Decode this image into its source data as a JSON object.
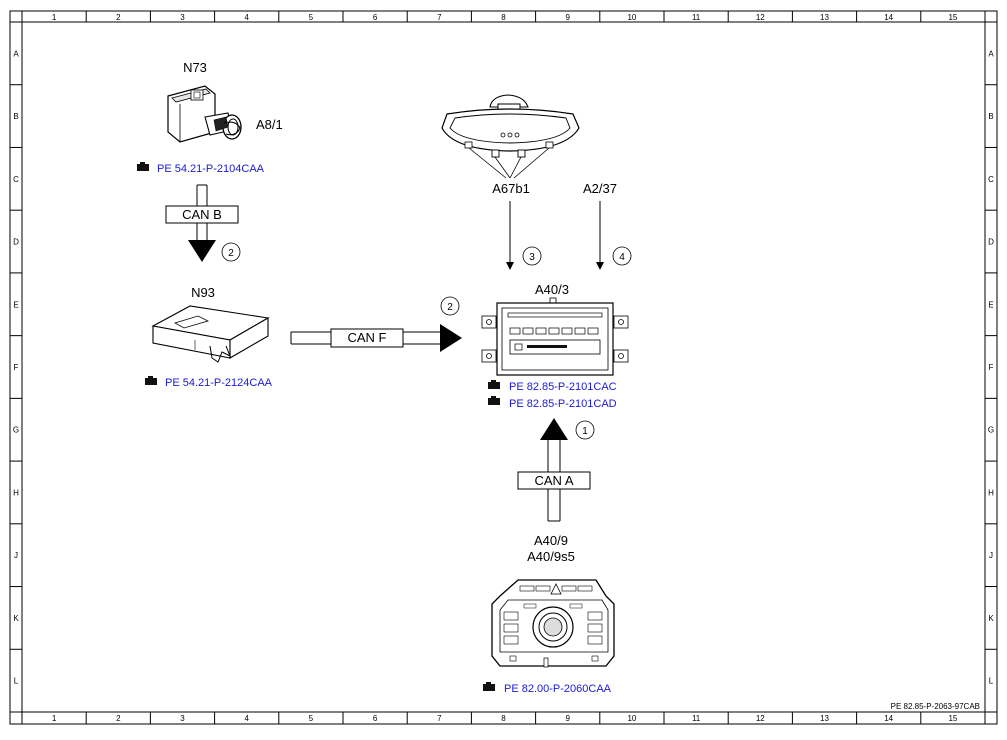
{
  "frame": {
    "columns": [
      "1",
      "2",
      "3",
      "4",
      "5",
      "6",
      "7",
      "8",
      "9",
      "10",
      "11",
      "12",
      "13",
      "14",
      "15"
    ],
    "rows": [
      "A",
      "B",
      "C",
      "D",
      "E",
      "F",
      "G",
      "H",
      "J",
      "K",
      "L"
    ]
  },
  "components": {
    "n73": {
      "label": "N73",
      "sublabel": "A8/1",
      "ref": "PE 54.21-P-2104CAA"
    },
    "n93": {
      "label": "N93",
      "ref": "PE 54.21-P-2124CAA"
    },
    "a67b1": {
      "label": "A67b1"
    },
    "a2_37": {
      "label": "A2/37"
    },
    "a40_3": {
      "label": "A40/3",
      "refs": [
        "PE 82.85-P-2101CAC",
        "PE 82.85-P-2101CAD"
      ]
    },
    "a40_9": {
      "label1": "A40/9",
      "label2": "A40/9s5",
      "ref": "PE 82.00-P-2060CAA"
    }
  },
  "buses": {
    "can_b": "CAN B",
    "can_f": "CAN F",
    "can_a": "CAN A"
  },
  "markers": {
    "m1": "1",
    "m2a": "2",
    "m2b": "2",
    "m3": "3",
    "m4": "4"
  },
  "doc_id": "PE 82.85-P-2063-97CAB"
}
